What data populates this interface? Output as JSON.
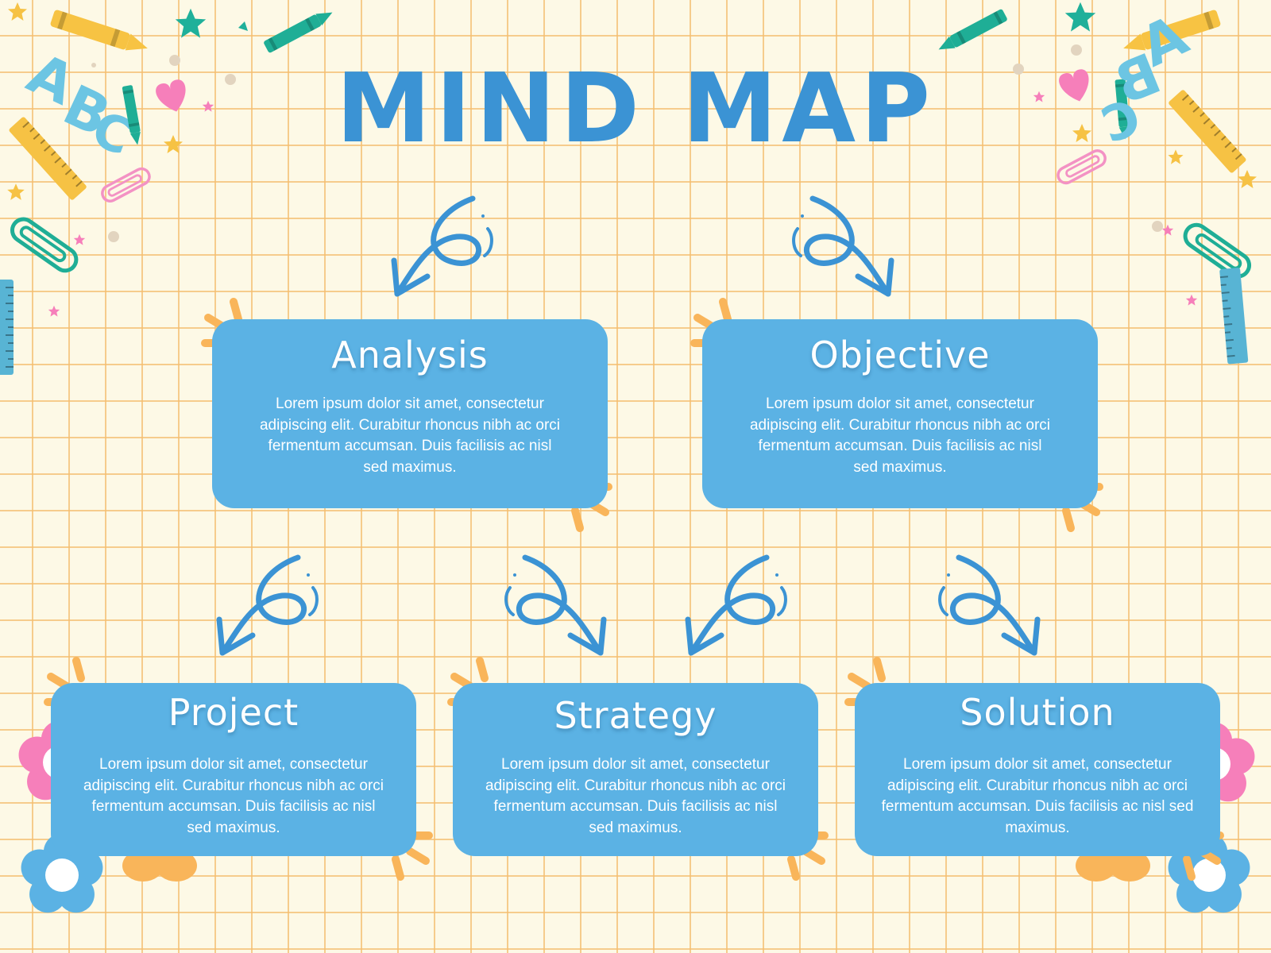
{
  "title": "MIND MAP",
  "colors": {
    "background": "#fdf9e6",
    "grid": "#f5be6e",
    "box": "#5bb2e4",
    "arrow": "#3b93d4",
    "burst": "#f9b55a"
  },
  "nodes": [
    {
      "id": "analysis",
      "title": "Analysis",
      "body": "Lorem ipsum dolor sit amet, consectetur adipiscing elit. Curabitur rhoncus nibh ac orci fermentum accumsan. Duis facilisis ac nisl sed maximus."
    },
    {
      "id": "objective",
      "title": "Objective",
      "body": "Lorem ipsum dolor sit amet, consectetur adipiscing elit. Curabitur rhoncus nibh ac orci fermentum accumsan. Duis facilisis ac nisl sed maximus."
    },
    {
      "id": "project",
      "title": "Project",
      "body": "Lorem ipsum dolor sit amet, consectetur adipiscing elit. Curabitur rhoncus nibh ac orci fermentum accumsan. Duis facilisis ac nisl sed maximus."
    },
    {
      "id": "strategy",
      "title": "Strategy",
      "body": "Lorem ipsum dolor sit amet, consectetur adipiscing elit. Curabitur rhoncus nibh ac orci fermentum accumsan. Duis facilisis ac nisl sed maximus."
    },
    {
      "id": "solution",
      "title": "Solution",
      "body": "Lorem ipsum dolor sit amet, consectetur adipiscing elit. Curabitur rhoncus nibh ac orci fermentum accumsan. Duis facilisis ac nisl sed maximus."
    }
  ],
  "decor_letters": {
    "left": [
      "A",
      "B",
      "C"
    ],
    "right": [
      "A",
      "B",
      "C"
    ]
  },
  "icons": [
    "crayon-icon",
    "star-icon",
    "heart-icon",
    "paper-clip-icon",
    "ruler-icon",
    "flower-icon",
    "curly-arrow-icon"
  ]
}
